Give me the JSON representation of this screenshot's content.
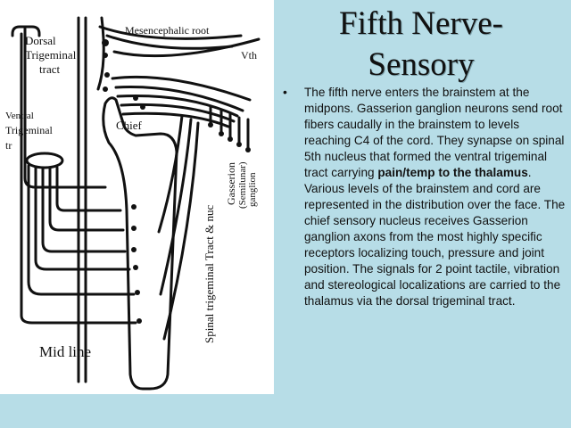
{
  "title": {
    "line1": "Fifth Nerve-",
    "line2": "Sensory"
  },
  "bullet_symbol": "•",
  "body": {
    "part1": "The fifth nerve enters the brainstem at the midpons.   Gasserion ganglion neurons send root fibers caudally in the brainstem to levels reaching C4 of the cord. They synapse on spinal 5th nucleus that formed the ventral trigeminal tract carrying ",
    "bold": "pain/temp to the thalamus",
    "part2": ".  Various levels of the brainstem and cord are represented in the  distribution over the face.  The chief sensory nucleus receives Gasserion ganglion axons from the most highly specific receptors localizing touch, pressure and joint position.  The signals for 2 point tactile, vibration and stereological localizations are carried to the thalamus via the dorsal trigeminal tract."
  },
  "diagram": {
    "labels": {
      "dorsal_1": "Dorsal",
      "dorsal_2": "Trigeminal",
      "dorsal_3": "tract",
      "mesencephalic_root": "Mesencephalic root",
      "vth": "Vth",
      "ventral_1": "Ventral",
      "ventral_2": "Trigeminal",
      "ventral_3": "tr",
      "chief": "Chief",
      "gasserion": "Gasserion",
      "semilunar": "(Semilunar)",
      "ganglion": "ganglion",
      "spinal_tract": "Spinal  trigeminal Tract & nuc",
      "midline": "Mid line"
    }
  }
}
